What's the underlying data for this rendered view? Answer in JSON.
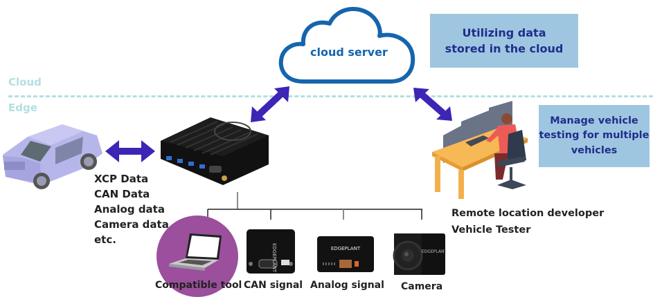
{
  "zones": {
    "upper": "Cloud",
    "lower": "Edge"
  },
  "cloud": {
    "label": "cloud server",
    "icon": "cloud-icon"
  },
  "callouts": {
    "cloud_usage": [
      "Utilizing data",
      "stored in the cloud"
    ],
    "management": [
      "Manage vehicle",
      "testing for multiple",
      "vehicles"
    ]
  },
  "data_types": [
    "XCP Data",
    "CAN Data",
    "Analog data",
    "Camera data",
    "etc."
  ],
  "remote_user": {
    "lines": [
      "Remote location developer",
      "Vehicle Tester"
    ]
  },
  "devices": [
    {
      "label": "Compatible tool",
      "icon": "laptop-icon"
    },
    {
      "label": "CAN signal",
      "icon": "can-interface-icon"
    },
    {
      "label": "Analog signal",
      "icon": "analog-interface-icon"
    },
    {
      "label": "Camera",
      "icon": "camera-icon"
    }
  ],
  "colors": {
    "arrow": "#3d25b5",
    "cloud_stroke": "#1565ad",
    "callout_bg": "#9fc6e0",
    "callout_text": "#1f2e8c",
    "zone_divider": "#b3dfe0",
    "highlight_circle": "#9b4f9c"
  }
}
